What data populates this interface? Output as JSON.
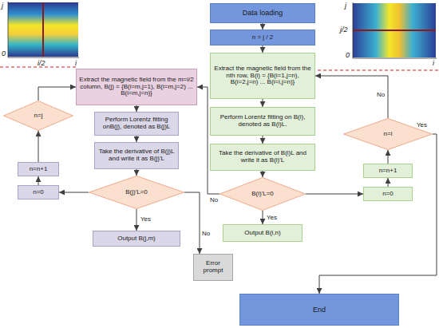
{
  "diagram": {
    "nodes": [
      {
        "text": [
          "Data loading"
        ]
      },
      {
        "text": [
          "n = j / 2"
        ]
      },
      {
        "text": [
          "Extract the magnetic field from the nth row, B(i) = {B(i=1,j=n), B(i=2,j=n) ... B(i=i,j=n)}"
        ]
      },
      {
        "text": [
          "Extract the magnetic field from the m=i/2 column, B(j) = {B(i=m,j=1), B(i=m,j=2) ... B(i=m,j=n)}"
        ]
      },
      {
        "text": [
          "Perform Lorentz fitting on B(i), denoted as B(i)L."
        ]
      },
      {
        "text": [
          "Perform Lorentz fitting onB(j), denoted as B(j)L"
        ]
      },
      {
        "text": [
          "n=j"
        ]
      },
      {
        "text": [
          "n=i"
        ]
      },
      {
        "text": [
          "Take the derivative of B(i)L and write it as B(i)'L"
        ]
      },
      {
        "text": [
          "Take the derivative of B(j)L and write it as B(j)'L"
        ]
      },
      {
        "text": [
          "n=n+1"
        ]
      },
      {
        "text": [
          "n=n+1"
        ]
      },
      {
        "text": [
          "n=0"
        ]
      },
      {
        "text": [
          "B(j)'L=0"
        ]
      },
      {
        "text": [
          "B(i)'L=0"
        ]
      },
      {
        "text": [
          "n=0"
        ]
      },
      {
        "text": [
          "Output B(j,m)"
        ]
      },
      {
        "text": [
          "Output B(i,n)"
        ]
      },
      {
        "text": [
          "Error prompt"
        ]
      },
      {
        "text": [
          "End"
        ]
      }
    ],
    "edges": [
      {
        "from": 0,
        "to": 1,
        "arrow": "to"
      },
      {
        "from": 1,
        "to": 2,
        "arrow": "to"
      },
      {
        "from": 2,
        "to": 4,
        "arrow": "to"
      },
      {
        "from": 4,
        "to": 8,
        "arrow": "to"
      },
      {
        "from": 8,
        "to": 14,
        "arrow": "to"
      },
      {
        "from": 14,
        "to": 17,
        "label": "Yes",
        "arrow": "to"
      },
      {
        "from": 14,
        "to": 12,
        "arrow": "to"
      },
      {
        "from": 12,
        "to": 11,
        "arrow": "to"
      },
      {
        "from": 11,
        "to": 7,
        "arrow": "to"
      },
      {
        "from": 7,
        "to": 2,
        "label": "No",
        "arrow": "to"
      },
      {
        "from": 7,
        "to": 19,
        "label": "Yes",
        "arrow": "to"
      },
      {
        "from": 14,
        "to": 3,
        "label": "No",
        "arrow": "to"
      },
      {
        "from": 3,
        "to": 5,
        "arrow": "to"
      },
      {
        "from": 5,
        "to": 9,
        "arrow": "to"
      },
      {
        "from": 9,
        "to": 13,
        "arrow": "to"
      },
      {
        "from": 13,
        "to": 16,
        "label": "Yes",
        "arrow": "to"
      },
      {
        "from": 13,
        "to": 18,
        "label": "No",
        "arrow": "to"
      },
      {
        "from": 13,
        "to": 15,
        "arrow": "to"
      },
      {
        "from": 15,
        "to": 10,
        "arrow": "to"
      },
      {
        "from": 10,
        "to": 6,
        "arrow": "to"
      },
      {
        "from": 6,
        "to": 3,
        "arrow": "to"
      }
    ],
    "labels": [
      "j",
      "0",
      "i/2",
      "i",
      "j",
      "j/2",
      "0",
      "i"
    ]
  }
}
